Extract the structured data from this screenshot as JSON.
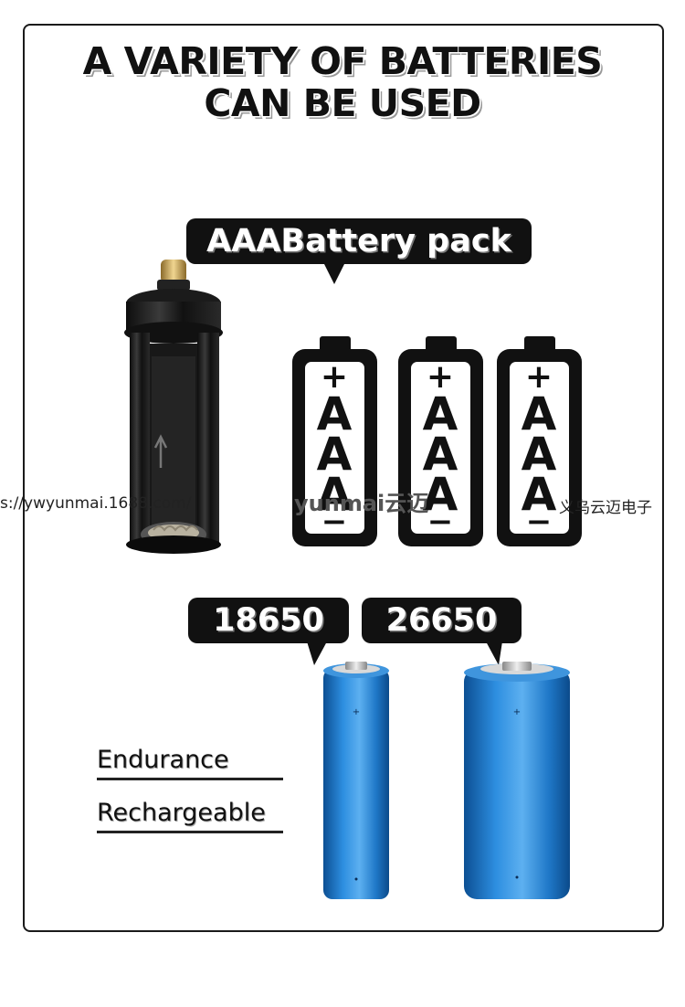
{
  "title": {
    "line1": "A VARIETY OF BATTERIES",
    "line2": "CAN BE USED"
  },
  "callouts": {
    "aaa_pack": "AAABattery pack",
    "cell_18650": "18650",
    "cell_26650": "26650"
  },
  "battery_icons": [
    {
      "plus": "+",
      "label1": "A",
      "label2": "A",
      "label3": "A",
      "minus": "−"
    },
    {
      "plus": "+",
      "label1": "A",
      "label2": "A",
      "label3": "A",
      "minus": "−"
    },
    {
      "plus": "+",
      "label1": "A",
      "label2": "A",
      "label3": "A",
      "minus": "−"
    }
  ],
  "features": [
    "Endurance",
    "Rechargeable"
  ],
  "watermarks": {
    "url": "s://ywyunmai.1688.com/",
    "brand": "yunmai云迈",
    "company": "义乌云迈电子"
  },
  "colors": {
    "cell_blue": "#1f78c8",
    "bubble": "#111111"
  }
}
